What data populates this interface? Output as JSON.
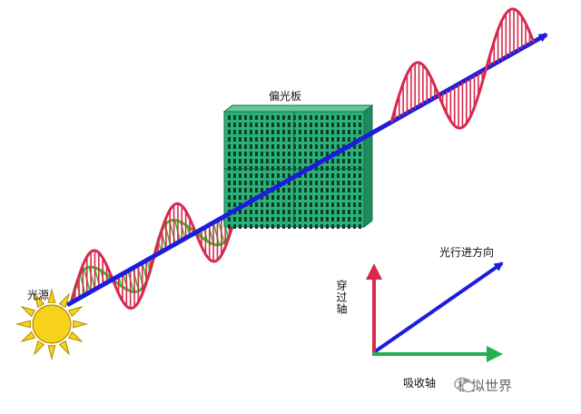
{
  "labels": {
    "polarizer": "偏光板",
    "light_source": "光源",
    "transmission_axis": "穿过轴",
    "propagation_direction": "光行进方向",
    "absorption_axis": "吸收轴"
  },
  "watermark": {
    "text": "模拟世界",
    "icon": "wechat-icon"
  },
  "colors": {
    "beam": "#1c1cdc",
    "polarizer_face": "#2bb07a",
    "polarizer_side": "#1e8a5e",
    "wave_vertical": "#d8284e",
    "wave_horizontal": "#34c02c",
    "axis_vertical": "#d8284e",
    "axis_horizontal": "#22b14c",
    "sun": "#f7d21a"
  }
}
